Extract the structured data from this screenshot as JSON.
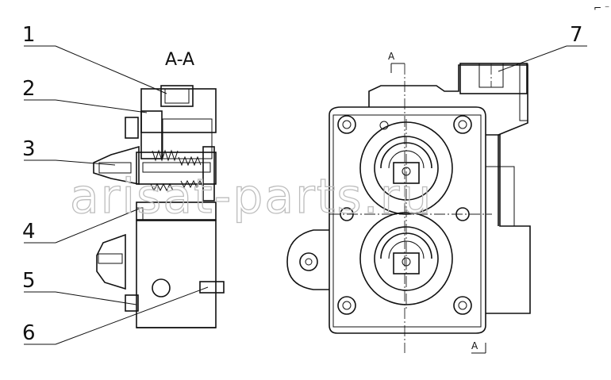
{
  "section_title": "A-A",
  "callouts": [
    {
      "label": "1"
    },
    {
      "label": "2"
    },
    {
      "label": "3"
    },
    {
      "label": "4"
    },
    {
      "label": "5"
    },
    {
      "label": "6"
    },
    {
      "label": "7"
    }
  ],
  "section_markers": {
    "top": "A",
    "bottom": "A"
  },
  "watermark": "arisat-parts.ru",
  "corner_mark": "⌐ ⁻"
}
